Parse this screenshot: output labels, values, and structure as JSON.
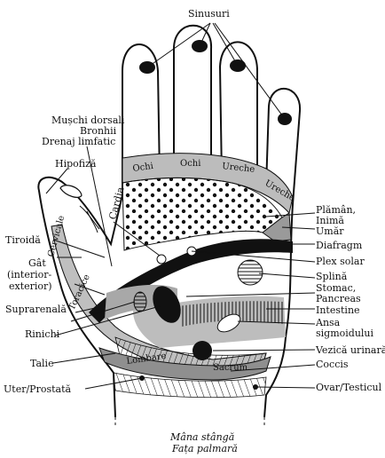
{
  "labels": {
    "sinusuri": "Sinusuri",
    "muschi_dorsali": "Mușchi dorsali",
    "bronhii": "Bronhii",
    "drenaj_limfatic": "Drenaj limfatic",
    "hipofiza": "Hipofiză",
    "cardia": "Cardia",
    "plaman_inima_1": "Plămân,",
    "plaman_inima_2": "Inimă",
    "umar": "Umăr",
    "diafragm": "Diafragm",
    "plex_solar": "Plex solar",
    "splina": "Splină",
    "stomac_pancreas_1": "Stomac,",
    "stomac_pancreas_2": "Pancreas",
    "intestine": "Intestine",
    "ansa_1": "Ansa",
    "ansa_2": "sigmoidului",
    "vezica": "Vezică urinară",
    "coccis": "Coccis",
    "ovar_testicul": "Ovar/Testicul",
    "tiroida": "Tiroidă",
    "gat_1": "Gât",
    "gat_2": "(interior-",
    "gat_3": "exterior)",
    "suprarenala": "Suprarenală",
    "rinichi": "Rinichi",
    "talie": "Talie",
    "uter_prostata": "Uter/Prostată"
  },
  "zones": {
    "ochi_1": "Ochi",
    "ochi_2": "Ochi",
    "ureche_1": "Ureche",
    "ureche_2": "Ureche",
    "cervicale": "Cervicale",
    "toracice": "Toracice",
    "lombare": "Lombare",
    "sacrum": "Sacrum"
  },
  "caption": {
    "line1": "Mâna stângă",
    "line2": "Fața palmară"
  }
}
